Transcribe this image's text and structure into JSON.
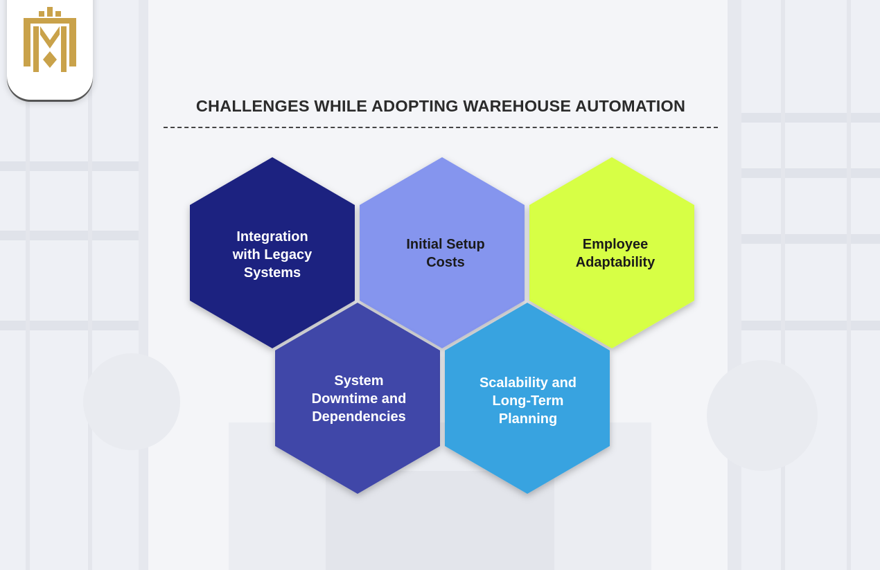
{
  "title": "CHALLENGES WHILE ADOPTING WAREHOUSE AUTOMATION",
  "logo": {
    "icon": "crown-shield-logo",
    "color": "#c9a24a"
  },
  "hexagons": [
    {
      "id": "integration",
      "lines": [
        "Integration",
        "with Legacy",
        "Systems"
      ],
      "fill": "#1f2380",
      "text_color": "#ffffff"
    },
    {
      "id": "setup-costs",
      "lines": [
        "Initial Setup",
        "Costs"
      ],
      "fill": "#8595ee",
      "text_color": "#1a1a1a"
    },
    {
      "id": "employee",
      "lines": [
        "Employee",
        "Adaptability"
      ],
      "fill": "#d7ff45",
      "text_color": "#1a1a1a"
    },
    {
      "id": "downtime",
      "lines": [
        "System",
        "Downtime and",
        "Dependencies"
      ],
      "fill": "#3f47a8",
      "text_color": "#ffffff"
    },
    {
      "id": "scalability",
      "lines": [
        "Scalability and",
        "Long-Term",
        "Planning"
      ],
      "fill": "#38a3e0",
      "text_color": "#ffffff"
    }
  ]
}
